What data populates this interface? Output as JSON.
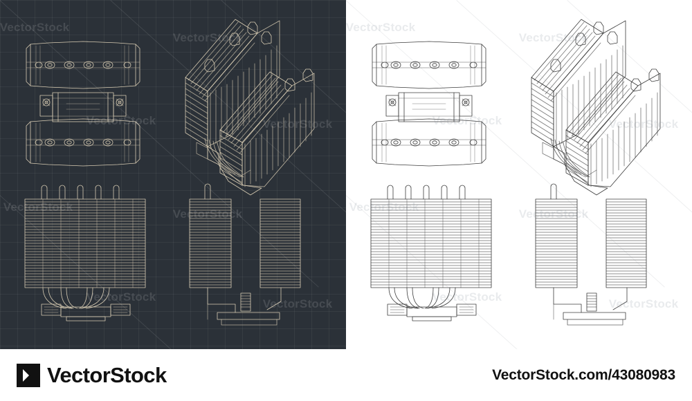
{
  "image": {
    "subject": "Blueprints of CPU cooler with two tower heatsinks and heat pipes",
    "panels": [
      {
        "id": "dark",
        "name": "blueprint-dark-panel",
        "background": "#2b3138",
        "line_color": "#d9cdb4",
        "grid": true
      },
      {
        "id": "light",
        "name": "blueprint-light-panel",
        "background": "#ffffff",
        "line_color": "#3a3a3a",
        "grid": false
      }
    ],
    "views": [
      {
        "name": "top-view",
        "label": ""
      },
      {
        "name": "isometric-view",
        "label": ""
      },
      {
        "name": "front-view",
        "label": ""
      },
      {
        "name": "side-view",
        "label": ""
      }
    ]
  },
  "watermark": {
    "text": "VectorStock",
    "repetitions": 12,
    "dark_color": "#ffffff",
    "light_color": "#78828c"
  },
  "footer": {
    "logo_text": "VectorStock",
    "logo_icon": "play-triangle-icon",
    "id_text": "VectorStock.com/43080983",
    "background": "#ffffff",
    "text_color": "#111111"
  }
}
